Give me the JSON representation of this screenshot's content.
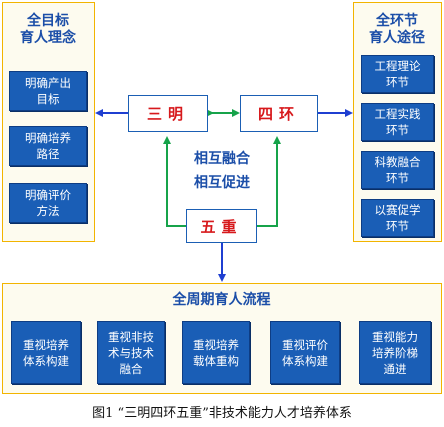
{
  "left": {
    "title": "全目标\n育人理念",
    "items": [
      "明确产出\n目标",
      "明确培养\n路径",
      "明确评价\n方法"
    ]
  },
  "right": {
    "title": "全环节\n育人途径",
    "items": [
      "工程理论\n环节",
      "工程实践\n环节",
      "科教融合\n环节",
      "以赛促学\n环节"
    ]
  },
  "center": {
    "sanming": "三明",
    "sihuan": "四环",
    "wuzhong": "五重",
    "mutual_1": "相互融合",
    "mutual_2": "相互促进"
  },
  "bottom": {
    "title": "全周期育人流程",
    "items": [
      "重视培养\n体系构建",
      "重视非技\n术与技术\n融合",
      "重视培养\n载体重构",
      "重视评价\n体系构建",
      "重视能力\n培养阶梯\n通进"
    ]
  },
  "caption": "图1 “三明四环五重”非技术能力人才培养体系",
  "colors": {
    "panel_border": "#f2b400",
    "box_blue": "#1a5eb6",
    "text_red": "#d7191c",
    "arrow_green": "#16a34a",
    "arrow_blue": "#1f3fd1"
  }
}
